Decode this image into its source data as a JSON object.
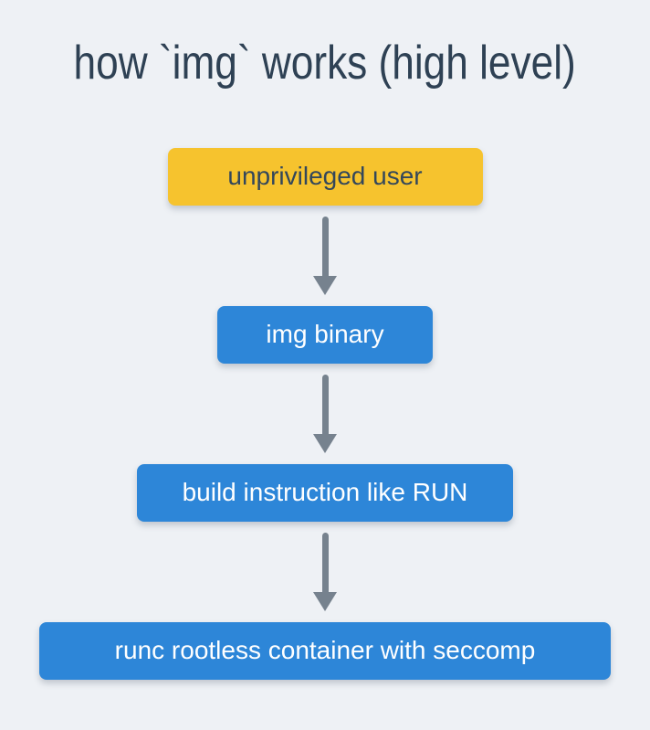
{
  "title": "how `img` works (high level)",
  "colors": {
    "background": "#eef1f5",
    "title_text": "#2e4154",
    "user_box": "#f6c32e",
    "user_box_text": "#33475b",
    "process_box": "#2d86d8",
    "process_box_text": "#ffffff",
    "arrow": "#76828e"
  },
  "icons": {
    "connector": "down-arrow"
  },
  "flow": {
    "nodes": [
      {
        "id": "unprivileged-user",
        "type": "user",
        "label": "unprivileged user"
      },
      {
        "id": "img-binary",
        "type": "process",
        "label": "img binary"
      },
      {
        "id": "build-instruction",
        "type": "process",
        "label": "build instruction like RUN"
      },
      {
        "id": "runc-container",
        "type": "process",
        "label": "runc rootless container with seccomp"
      }
    ]
  }
}
